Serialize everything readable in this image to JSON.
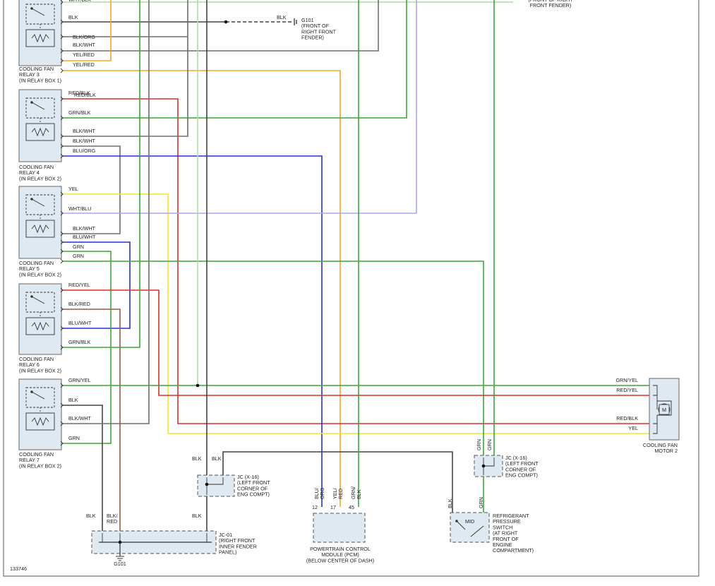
{
  "figure_id": "133746",
  "colors": {
    "BLK": "#444444",
    "GRN": "#3aa935",
    "YEL": "#eeea2a",
    "ORG": "#f5a623",
    "RED": "#d9302a",
    "BLU": "#2b2bd6",
    "LIGHTBLU": "#a9a9ee",
    "LIGHTGRN": "#a8e0a0",
    "GRAY": "#6e6e6e",
    "BROWN": "#a05a4a"
  },
  "top_fragments": {
    "relay3_top_wire": "WHT/BLK",
    "fender_top_note": "(FRONT OF RIGHT\nFRONT FENDER)"
  },
  "relays": [
    {
      "id": "relay3",
      "label": "COOLING FAN\nRELAY 3\n(IN RELAY BOX 1)",
      "wires": [
        "BLK",
        "BLK/ORG",
        "BLK/WHT",
        "YEL/RED",
        "YEL/RED"
      ]
    },
    {
      "id": "relay4",
      "label": "COOLING FAN\nRELAY 4\n(IN RELAY BOX 2)",
      "wires": [
        "RED/BLK",
        "GRN/BLK",
        "BLK/WHT",
        "BLK/WHT",
        "BLU/ORG"
      ]
    },
    {
      "id": "relay5",
      "label": "COOLING FAN\nRELAY 5\n(IN RELAY BOX 2)",
      "wires": [
        "YEL",
        "WHT/BLU",
        "BLK/WHT",
        "BLU/WHT",
        "GRN",
        "GRN"
      ]
    },
    {
      "id": "relay6",
      "label": "COOLING FAN\nRELAY 6\n(IN RELAY BOX 2)",
      "wires": [
        "RED/YEL",
        "BLK/RED",
        "BLU/WHT",
        "GRN/BLK"
      ]
    },
    {
      "id": "relay7",
      "label": "COOLING FAN\nRELAY 7\n(IN RELAY BOX 2)",
      "wires": [
        "GRN/YEL",
        "BLK",
        "BLK/WHT",
        "GRN"
      ]
    }
  ],
  "ground_top": {
    "wire": "BLK",
    "label": "G101\n(FRONT OF\nRIGHT FRONT\nFENDER)"
  },
  "motor": {
    "label": "COOLING FAN\nMOTOR 2",
    "symbol": "M",
    "wires": [
      "GRN/YEL",
      "RED/YEL",
      "RED/BLK",
      "YEL"
    ]
  },
  "jc_left": {
    "label": "JC (X-16)\n(LEFT FRONT\nCORNER OF\nENG COMPT)",
    "wires": [
      "BLK",
      "BLK"
    ]
  },
  "jc01": {
    "label": "JC-01\n(RIGHT FRONT\nINNER FENDER\nPANEL)",
    "wires_left": [
      "BLK",
      "BLK/\nRED"
    ],
    "wire_right": "BLK"
  },
  "g101_bottom": "G101",
  "pcm": {
    "label": "POWERTRAIN CONTROL\nMODULE (PCM)\n(BELOW CENTER OF DASH)",
    "pins": [
      {
        "wire": "BLU/\nORG",
        "pin": "12"
      },
      {
        "wire": "YEL/\nRED",
        "pin": "17"
      },
      {
        "wire": "GRN/\nBLK",
        "pin": "45"
      }
    ]
  },
  "jc_right": {
    "label": "JC (X-16)\n(LEFT FRONT\nCORNER OF\nENG COMPT)",
    "wires": [
      "GRN",
      "GRN"
    ]
  },
  "switch": {
    "label": "REFRIGERANT\nPRESSURE\nSWITCH\n(AT RIGHT\nFRONT OF\nENGINE\nCOMPARTMENT)",
    "state": "MID",
    "wires": [
      "BLK",
      "GRN"
    ]
  }
}
